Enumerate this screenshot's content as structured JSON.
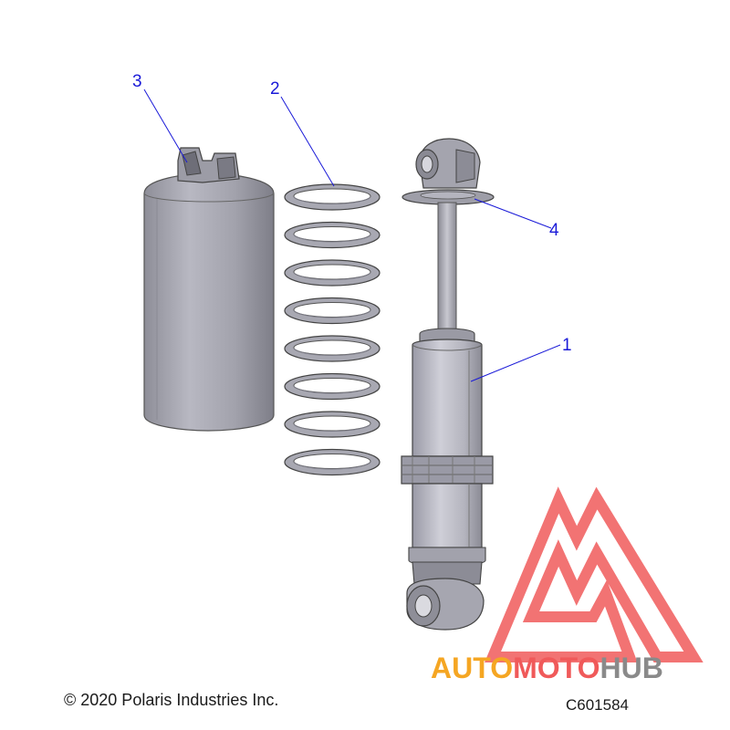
{
  "callouts": {
    "c1": "1",
    "c2": "2",
    "c3": "3",
    "c4": "4"
  },
  "footer": {
    "copyright": "© 2020 Polaris Industries Inc.",
    "code": "C601584"
  },
  "watermark": {
    "part1": "AUTO",
    "part2": "MOTO",
    "part3": "HUB"
  },
  "colors": {
    "callout": "#1a1ad8",
    "part_fill": "#a8a8b2",
    "outline": "#4a4a4a",
    "logo_red": "#f05a5a",
    "logo_orange": "#f5a623",
    "logo_gray": "#8a8a8a"
  },
  "spring": {
    "coil_count": 8
  }
}
